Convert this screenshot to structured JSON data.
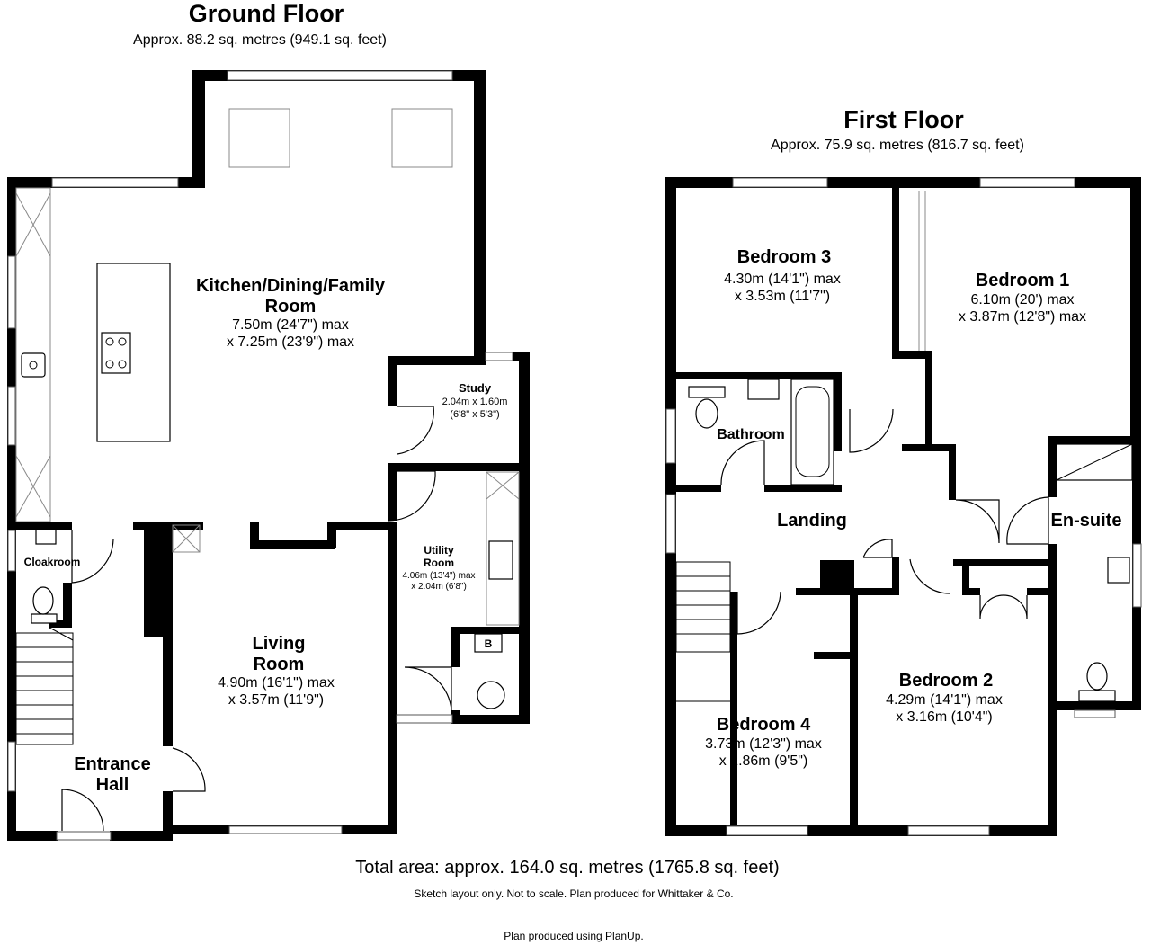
{
  "ground_floor": {
    "title": "Ground Floor",
    "area": "Approx. 88.2 sq. metres (949.1 sq. feet)",
    "rooms": [
      {
        "name_lines": [
          "Kitchen/Dining/Family",
          "Room"
        ],
        "dims": [
          "7.50m (24'7\") max",
          "x 7.25m (23'9\") max"
        ]
      },
      {
        "name_lines": [
          "Study"
        ],
        "dims": [
          "2.04m x 1.60m",
          "(6'8\" x 5'3\")"
        ]
      },
      {
        "name_lines": [
          "Utility",
          "Room"
        ],
        "dims": [
          "4.06m (13'4\") max",
          "x 2.04m (6'8\")"
        ]
      },
      {
        "name_lines": [
          "Cloakroom"
        ],
        "dims": []
      },
      {
        "name_lines": [
          "Living",
          "Room"
        ],
        "dims": [
          "4.90m (16'1\") max",
          "x 3.57m (11'9\")"
        ]
      },
      {
        "name_lines": [
          "Entrance",
          "Hall"
        ],
        "dims": []
      }
    ],
    "boiler_label": "B"
  },
  "first_floor": {
    "title": "First Floor",
    "area": "Approx. 75.9 sq. metres (816.7 sq. feet)",
    "rooms": [
      {
        "name_lines": [
          "Bedroom 3"
        ],
        "dims": [
          "4.30m (14'1\") max",
          "x 3.53m (11'7\")"
        ]
      },
      {
        "name_lines": [
          "Bedroom 1"
        ],
        "dims": [
          "6.10m (20') max",
          "x 3.87m (12'8\") max"
        ]
      },
      {
        "name_lines": [
          "Bathroom"
        ],
        "dims": []
      },
      {
        "name_lines": [
          "Landing"
        ],
        "dims": []
      },
      {
        "name_lines": [
          "En-suite"
        ],
        "dims": []
      },
      {
        "name_lines": [
          "Bedroom 2"
        ],
        "dims": [
          "4.29m (14'1\") max",
          "x 3.16m (10'4\")"
        ]
      },
      {
        "name_lines": [
          "Bedroom 4"
        ],
        "dims": [
          "3.73m (12'3\") max",
          "x 2.86m (9'5\")"
        ]
      }
    ]
  },
  "footer": {
    "total_area": "Total area: approx. 164.0 sq. metres (1765.8 sq. feet)",
    "disclaimer": "Sketch layout only. Not to scale. Plan produced for Whittaker & Co.",
    "credit": "Plan produced using PlanUp."
  }
}
